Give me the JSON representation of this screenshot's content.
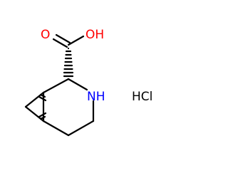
{
  "molecule": {
    "atoms": {
      "carbonyl_o": "O",
      "hydroxyl": "OH",
      "amine": "NH",
      "salt": "HCl"
    },
    "colors": {
      "oxygen": "#ff0000",
      "nitrogen": "#0000ff",
      "bond": "#000000",
      "background": "#ffffff"
    }
  }
}
